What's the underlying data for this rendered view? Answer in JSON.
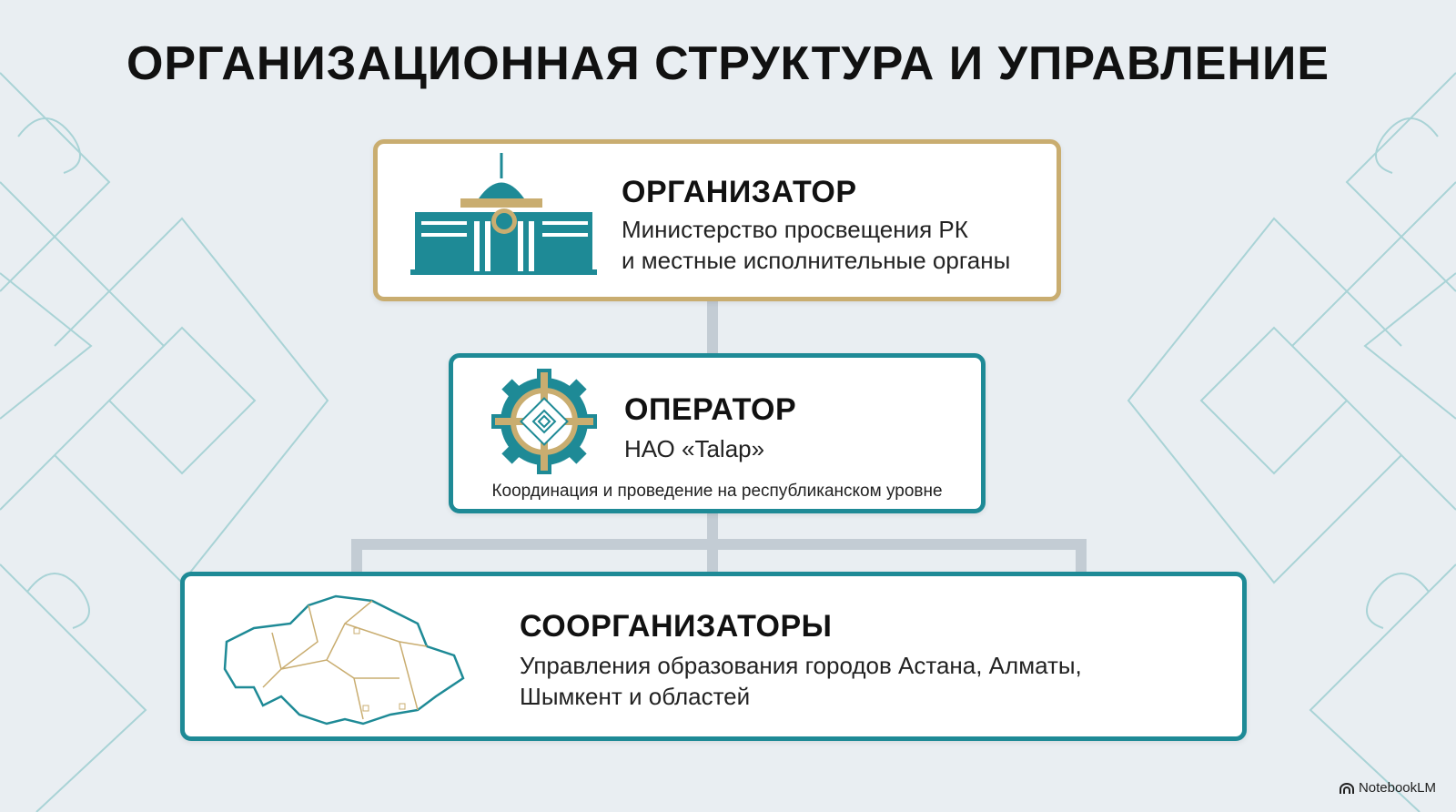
{
  "title": "ОРГАНИЗАЦИОННАЯ СТРУКТУРА И УПРАВЛЕНИЕ",
  "organizer": {
    "heading": "ОРГАНИЗАТОР",
    "lines": [
      "Министерство просвещения РК",
      "и местные исполнительные органы"
    ]
  },
  "operator": {
    "heading": "ОПЕРАТОР",
    "name": "НАО «Talap»",
    "note": "Координация и проведение на республиканском уровне"
  },
  "coorganizers": {
    "heading": "СООРГАНИЗАТОРЫ",
    "lines": [
      "Управления образования городов Астана, Алматы,",
      "Шымкент и областей"
    ]
  },
  "brand": "NotebookLM",
  "colors": {
    "teal": "#1e8a96",
    "gold": "#c9ad70",
    "background": "#e9eef2"
  }
}
